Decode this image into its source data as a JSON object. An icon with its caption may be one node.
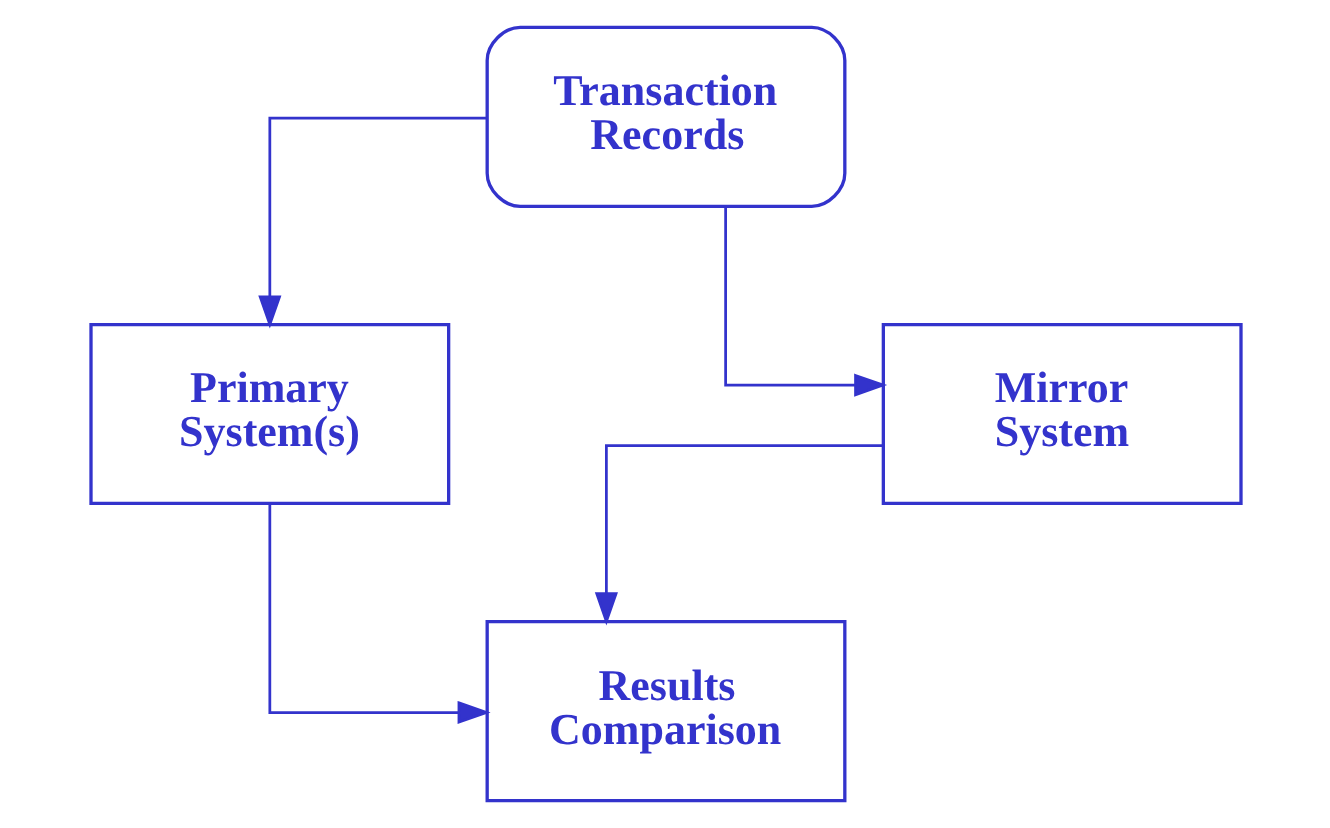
{
  "diagram": {
    "nodes": [
      {
        "text": [
          "Transaction Records"
        ]
      },
      {
        "text": [
          "Primary System(s)"
        ]
      },
      {
        "text": [
          "Mirror System"
        ]
      },
      {
        "text": [
          "Results Comparison"
        ]
      }
    ],
    "edges": [
      {
        "from": 0,
        "to": 1,
        "arrow": "to"
      },
      {
        "from": 0,
        "to": 2,
        "arrow": "to"
      },
      {
        "from": 1,
        "to": 3,
        "arrow": "to"
      },
      {
        "from": 2,
        "to": 3,
        "arrow": "to"
      }
    ]
  }
}
